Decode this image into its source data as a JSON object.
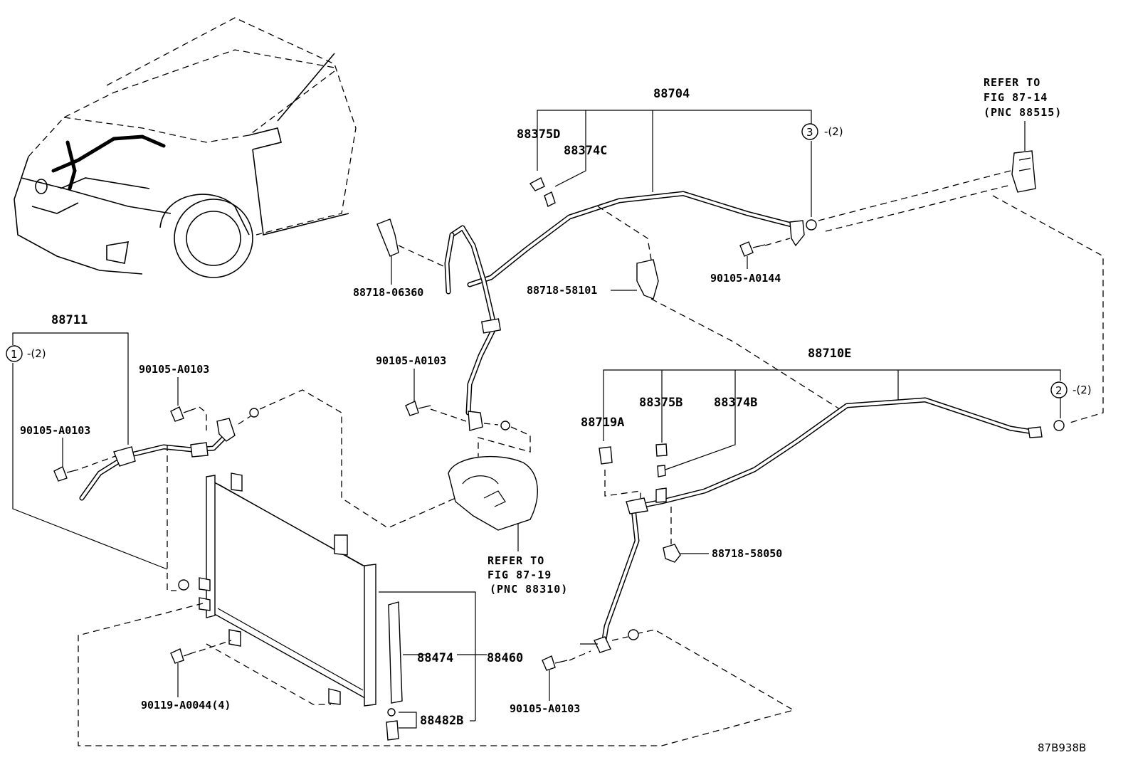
{
  "diagram_code": "87B938B",
  "labels": {
    "p88704": "88704",
    "p88375D": "88375D",
    "p88374C": "88374C",
    "p88718_06360": "88718-06360",
    "p88718_58101": "88718-58101",
    "p90105_A0144": "90105-A0144",
    "p88711": "88711",
    "p90105_A0103_a": "90105-A0103",
    "p90105_A0103_b": "90105-A0103",
    "p90105_A0103_c": "90105-A0103",
    "p90105_A0103_d": "90105-A0103",
    "p88710E": "88710E",
    "p88719A": "88719A",
    "p88375B": "88375B",
    "p88374B": "88374B",
    "p88718_58050": "88718-58050",
    "p88474": "88474",
    "p88460": "88460",
    "p88482B": "88482B",
    "p90119_A0044": "90119-A0044(4)"
  },
  "callouts": {
    "c1": {
      "num": "1",
      "qty": "-(2)"
    },
    "c2": {
      "num": "2",
      "qty": "-(2)"
    },
    "c3": {
      "num": "3",
      "qty": "-(2)"
    }
  },
  "refs": {
    "fig87_14": {
      "line1": "REFER TO",
      "line2": "FIG 87-14",
      "line3": "(PNC 88515)"
    },
    "fig87_19": {
      "line1": "REFER TO",
      "line2": "FIG 87-19",
      "line3": "(PNC 88310)"
    }
  }
}
